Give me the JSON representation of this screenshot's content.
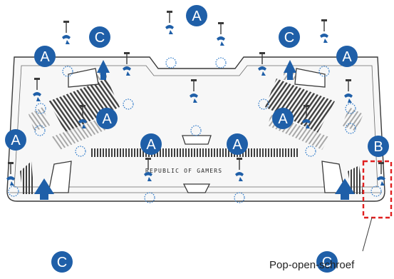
{
  "labels": {
    "screw_a": "A",
    "screw_b": "B",
    "clip_c": "C"
  },
  "brand_text": "REPUBLIC OF GAMERS",
  "caption": "Pop-open-schroef",
  "colors": {
    "badge": "#1f5fa8",
    "outline": "#3a3a3a",
    "vent": "#3f3f3f",
    "dashed_highlight": "#e02020",
    "screw_circle": "#2a77c8"
  }
}
